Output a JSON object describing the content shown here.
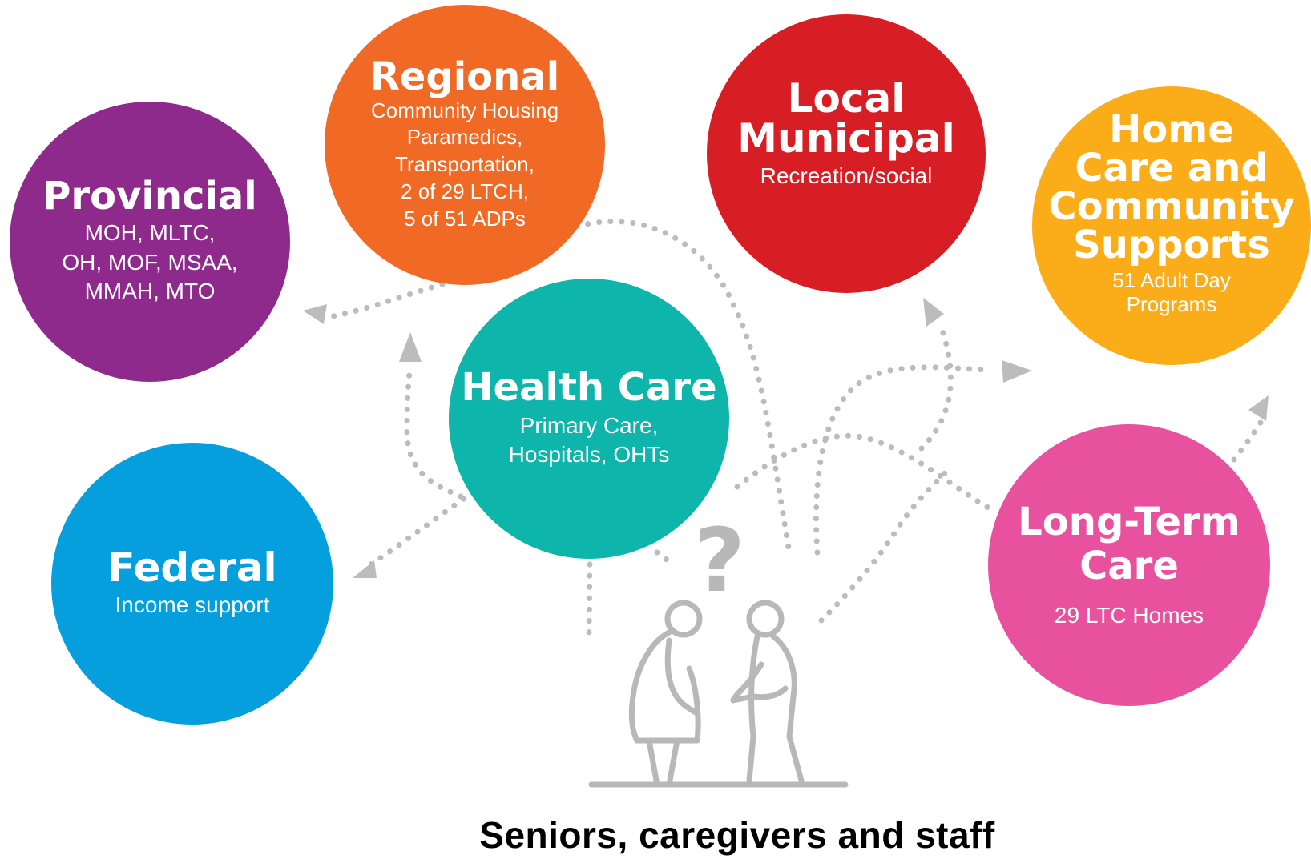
{
  "colors": {
    "provincial": "#8e2a8c",
    "regional": "#f06a26",
    "local": "#d81e25",
    "homecare": "#fbad19",
    "healthcare": "#0db5aa",
    "federal": "#049fdc",
    "ltc": "#e8519d",
    "connector": "#bcbcbc",
    "figure": "#b8b8b8"
  },
  "bubbles": {
    "provincial": {
      "title": "Provincial",
      "sub": "MOH, MLTC,\nOH, MOF, MSAA,\nMMAH, MTO"
    },
    "regional": {
      "title": "Regional",
      "sub": "Community Housing\nParamedics,\nTransportation,\n2 of 29 LTCH,\n5 of 51 ADPs"
    },
    "local": {
      "title": "Local\nMunicipal",
      "sub": "Recreation/social"
    },
    "homecare": {
      "title": "Home\nCare and\nCommunity\nSupports",
      "sub": "51 Adult Day\nPrograms"
    },
    "healthcare": {
      "title": "Health Care",
      "sub": "Primary Care,\nHospitals, OHTs"
    },
    "federal": {
      "title": "Federal",
      "sub": "Income support"
    },
    "ltc": {
      "title": "Long-Term\nCare",
      "sub": "29 LTC Homes"
    }
  },
  "figure": {
    "question_mark": "?"
  },
  "caption": "Seniors, caregivers and staff"
}
